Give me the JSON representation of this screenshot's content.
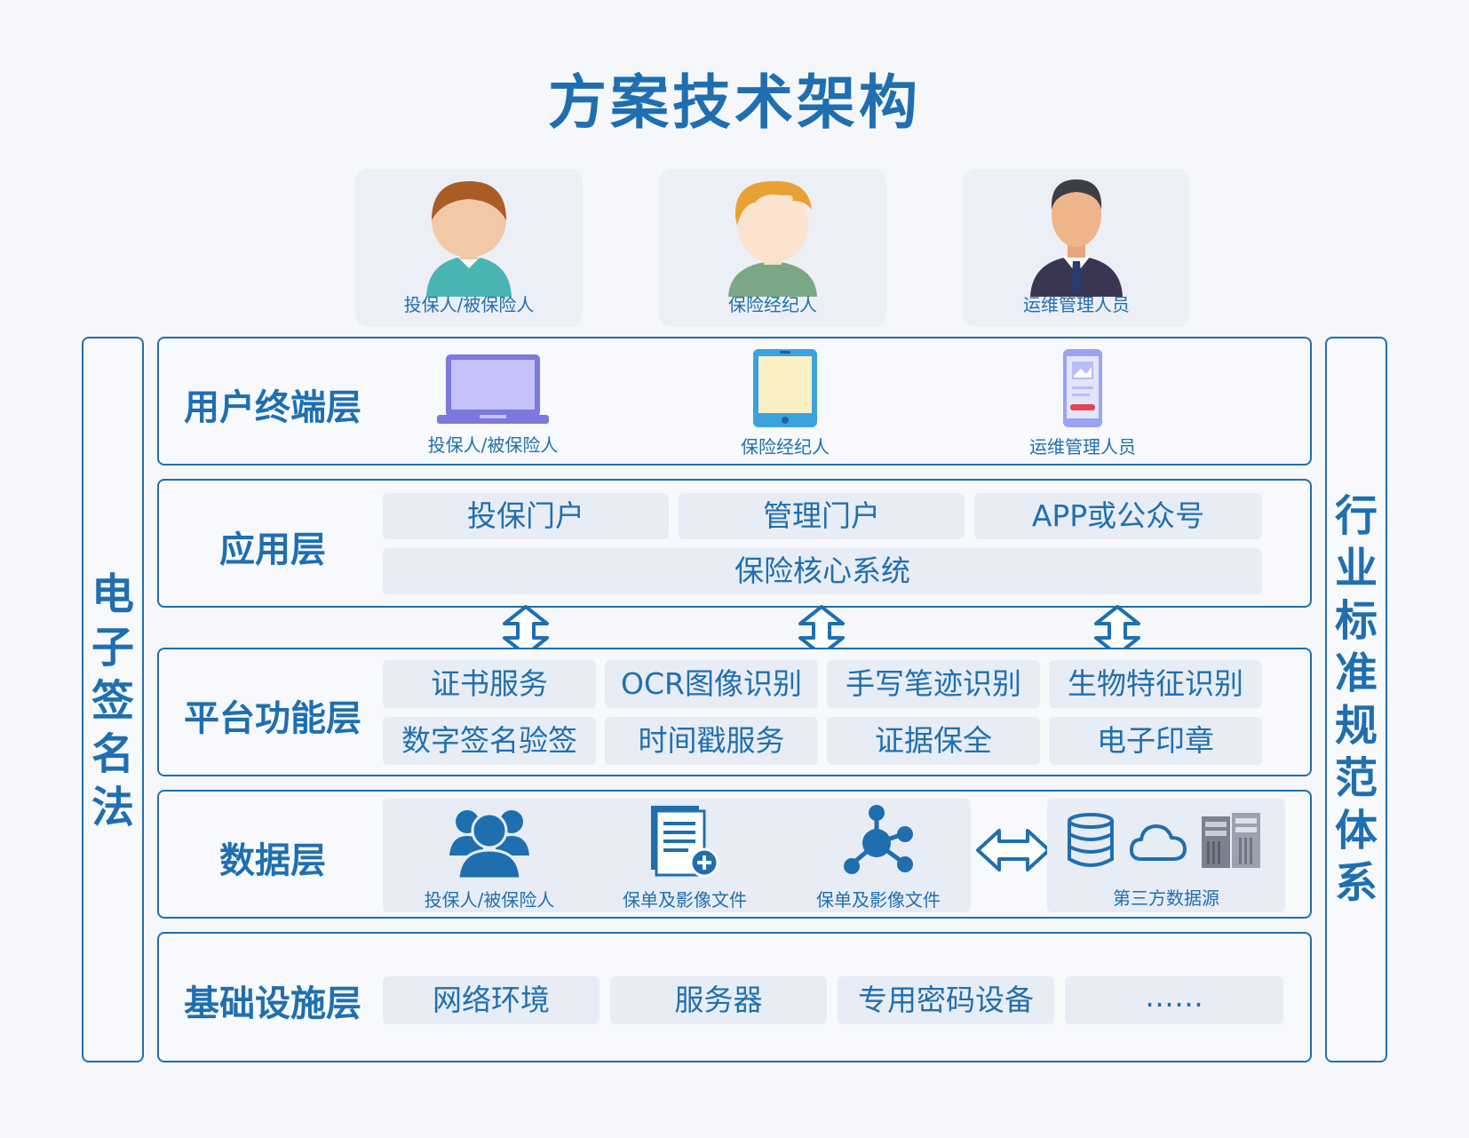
{
  "title": "方案技术架构",
  "users": [
    {
      "label": "投保人/被保险人",
      "icon": "person-teal-icon"
    },
    {
      "label": "保险经纪人",
      "icon": "person-green-icon"
    },
    {
      "label": "运维管理人员",
      "icon": "person-suit-icon"
    }
  ],
  "left_side": {
    "text": [
      "电",
      "子",
      "签",
      "名",
      "法"
    ]
  },
  "right_side": {
    "text": [
      "行",
      "业",
      "标",
      "准",
      "规",
      "范",
      "体",
      "系"
    ]
  },
  "terminal_layer": {
    "title": "用户终端层",
    "devices": [
      {
        "label": "投保人/被保险人",
        "icon": "laptop-icon"
      },
      {
        "label": "保险经纪人",
        "icon": "tablet-icon"
      },
      {
        "label": "运维管理人员",
        "icon": "phone-icon"
      }
    ]
  },
  "app_layer": {
    "title": "应用层",
    "items": [
      "投保门户",
      "管理门户",
      "APP或公众号"
    ],
    "core": "保险核心系统"
  },
  "platform_layer": {
    "title": "平台功能层",
    "row1": [
      "证书服务",
      "OCR图像识别",
      "手写笔迹识别",
      "生物特征识别"
    ],
    "row2": [
      "数字签名验签",
      "时间戳服务",
      "证据保全",
      "电子印章"
    ]
  },
  "data_layer": {
    "title": "数据层",
    "items": [
      {
        "label": "投保人/被保险人",
        "icon": "users-icon"
      },
      {
        "label": "保单及影像文件",
        "icon": "document-add-icon"
      },
      {
        "label": "保单及影像文件",
        "icon": "network-nodes-icon"
      }
    ],
    "third_party": {
      "label": "第三方数据源",
      "icons": [
        "database-icon",
        "cloud-icon",
        "server-icon"
      ]
    }
  },
  "infra_layer": {
    "title": "基础设施层",
    "items": [
      "网络环境",
      "服务器",
      "专用密码设备",
      "……"
    ]
  },
  "colors": {
    "primary": "#1f6fb0",
    "box": "#e8ecf5",
    "bg": "#f5f7fb"
  }
}
